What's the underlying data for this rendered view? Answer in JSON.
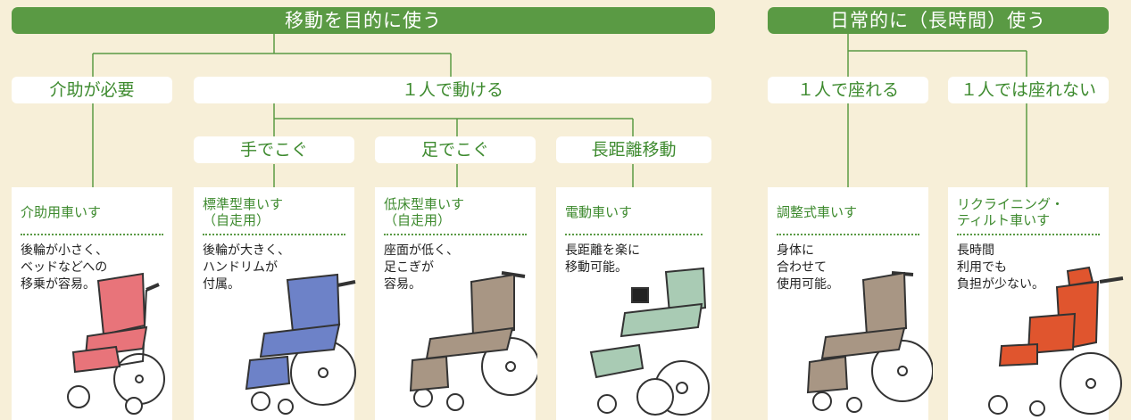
{
  "left_section": {
    "banner": "移動を目的に使う",
    "need_help": "介助が必要",
    "self_move": "１人で動ける",
    "methods": [
      "手でこぐ",
      "足でこぐ",
      "長距離移動"
    ]
  },
  "right_section": {
    "banner": "日常的に（長時間）使う",
    "can_sit": "１人で座れる",
    "cannot_sit": "１人では座れない"
  },
  "cards": [
    {
      "title": "介助用車いす",
      "desc": "後輪が小さく、\nベッドなどへの\n移乗が容易。",
      "color": "#e8747a"
    },
    {
      "title": "標準型車いす\n（自走用）",
      "desc": "後輪が大きく、\nハンドリムが\n付属。",
      "color": "#6d82c8"
    },
    {
      "title": "低床型車いす\n（自走用）",
      "desc": "座面が低く、\n足こぎが\n容易。",
      "color": "#a89684"
    },
    {
      "title": "電動車いす",
      "desc": "長距離を楽に\n移動可能。",
      "color": "#a9cbb4"
    },
    {
      "title": "調整式車いす",
      "desc": "身体に\n合わせて\n使用可能。",
      "color": "#a89684"
    },
    {
      "title": "リクライニング・\nティルト車いす",
      "desc": "長時間\n利用でも\n負担が少ない。",
      "color": "#e0552e"
    }
  ]
}
